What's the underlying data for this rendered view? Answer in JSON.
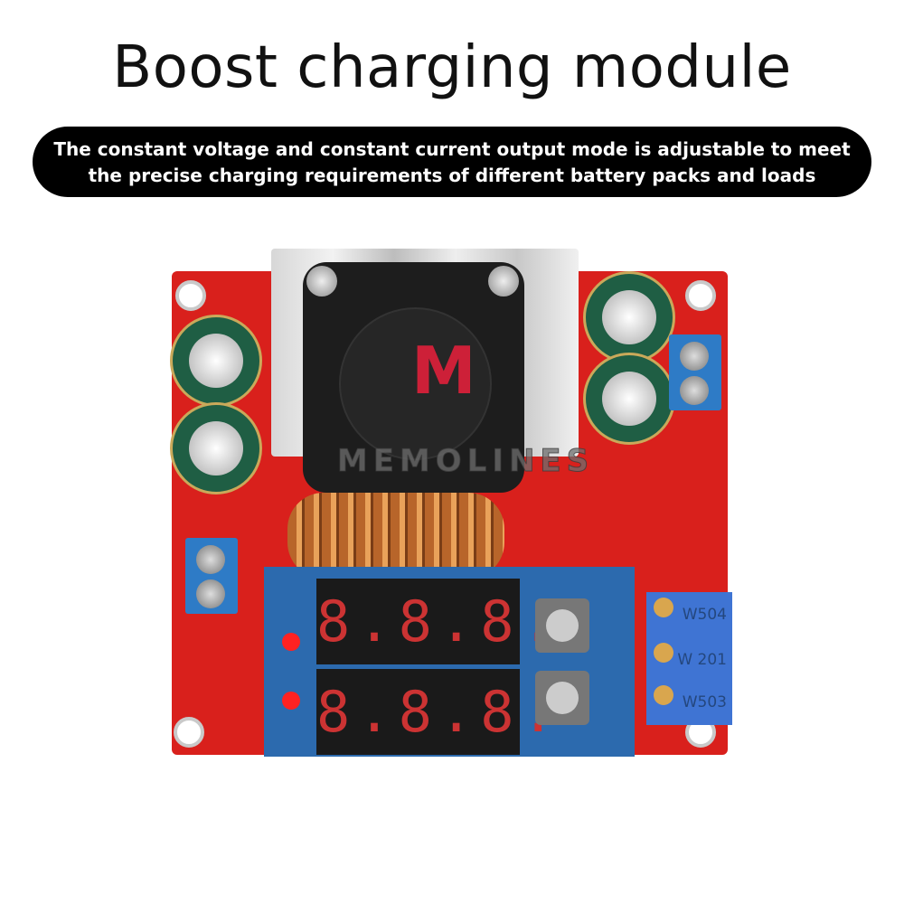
{
  "header": {
    "title": "Boost charging module",
    "subtitle_line1": "The constant voltage and constant current output mode is adjustable to meet",
    "subtitle_line2": "the precise charging requirements of different battery packs and loads"
  },
  "product": {
    "watermark": "MEMOLINES",
    "logo_letter": "M",
    "display_top": "8.8.8.",
    "display_bottom": "8.8.8.",
    "potentiometers": [
      "W504",
      "W 201",
      "W503"
    ]
  }
}
